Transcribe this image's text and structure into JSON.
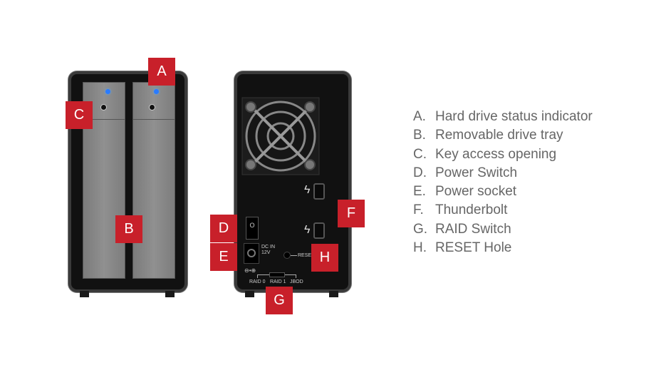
{
  "callouts": {
    "A": "A",
    "B": "B",
    "C": "C",
    "D": "D",
    "E": "E",
    "F": "F",
    "G": "G",
    "H": "H"
  },
  "back_panel": {
    "dc_in": "DC IN",
    "voltage": "12V",
    "reset": "RESET",
    "polarity": "⊖•⊕",
    "raid": [
      "RAID 0",
      "RAID 1",
      "JBOD"
    ],
    "switch_on": "O"
  },
  "legend": [
    {
      "key": "A.",
      "text": "Hard drive status indicator"
    },
    {
      "key": "B.",
      "text": "Removable drive tray"
    },
    {
      "key": "C.",
      "text": "Key access opening"
    },
    {
      "key": "D.",
      "text": "Power Switch"
    },
    {
      "key": "E.",
      "text": "Power socket"
    },
    {
      "key": "F.",
      "text": "Thunderbolt"
    },
    {
      "key": "G.",
      "text": "RAID Switch"
    },
    {
      "key": "H.",
      "text": "RESET Hole"
    }
  ],
  "colors": {
    "callout": "#c8202a",
    "text": "#666666"
  }
}
